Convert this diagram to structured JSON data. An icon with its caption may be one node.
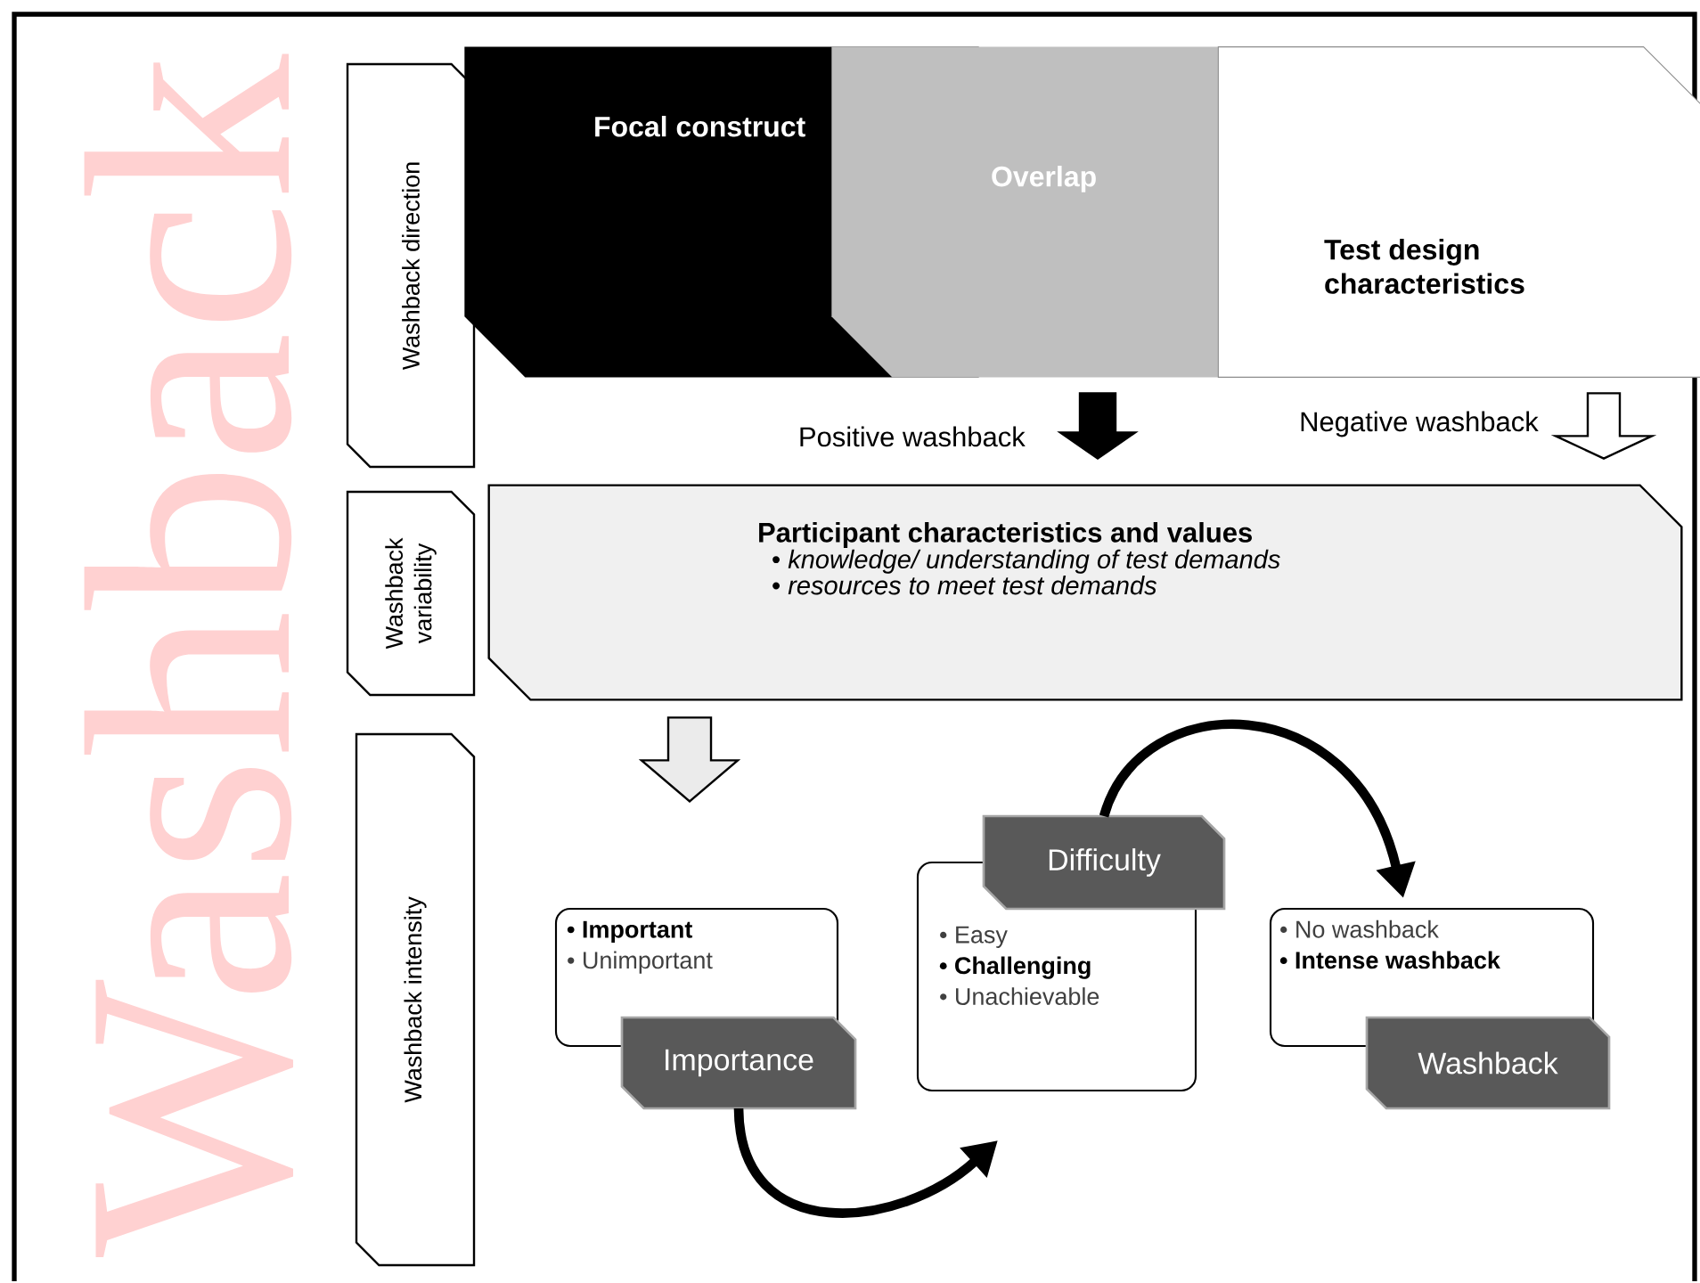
{
  "diagram": {
    "nodes": [
      {
        "text": [
          "Washback direction"
        ]
      },
      {
        "text": [
          "Washback variability"
        ]
      },
      {
        "text": [
          "Washback intensity"
        ]
      },
      {
        "text": [
          "Focal construct"
        ]
      },
      {
        "text": [
          "Overlap"
        ]
      },
      {
        "text": [
          "Test design characteristics"
        ]
      },
      {
        "text": [
          "Participant characteristics and values",
          "• *knowledge/ understanding of test demands*",
          "• *resources to meet test demands*"
        ]
      },
      {
        "text": [
          "• Important",
          "• Unimportant"
        ]
      },
      {
        "text": [
          "Importance"
        ]
      },
      {
        "text": [
          "• Easy",
          "• Challenging",
          "• Unachievable"
        ]
      },
      {
        "text": [
          "Difficulty"
        ]
      },
      {
        "text": [
          "• No washback",
          "• Intense washback"
        ]
      },
      {
        "text": [
          "Washback"
        ]
      }
    ],
    "edges": [
      {
        "from": 4,
        "to": 6,
        "arrow": "to",
        "label": "Positive washback"
      },
      {
        "from": 5,
        "to": 6,
        "arrow": "to",
        "label": "Negative washback"
      },
      {
        "from": 6,
        "to": null,
        "arrow": "to"
      },
      {
        "from": 8,
        "to": 9,
        "arrow": "to"
      },
      {
        "from": 10,
        "to": 11,
        "arrow": "to"
      }
    ],
    "labels": [
      "Washback"
    ]
  }
}
